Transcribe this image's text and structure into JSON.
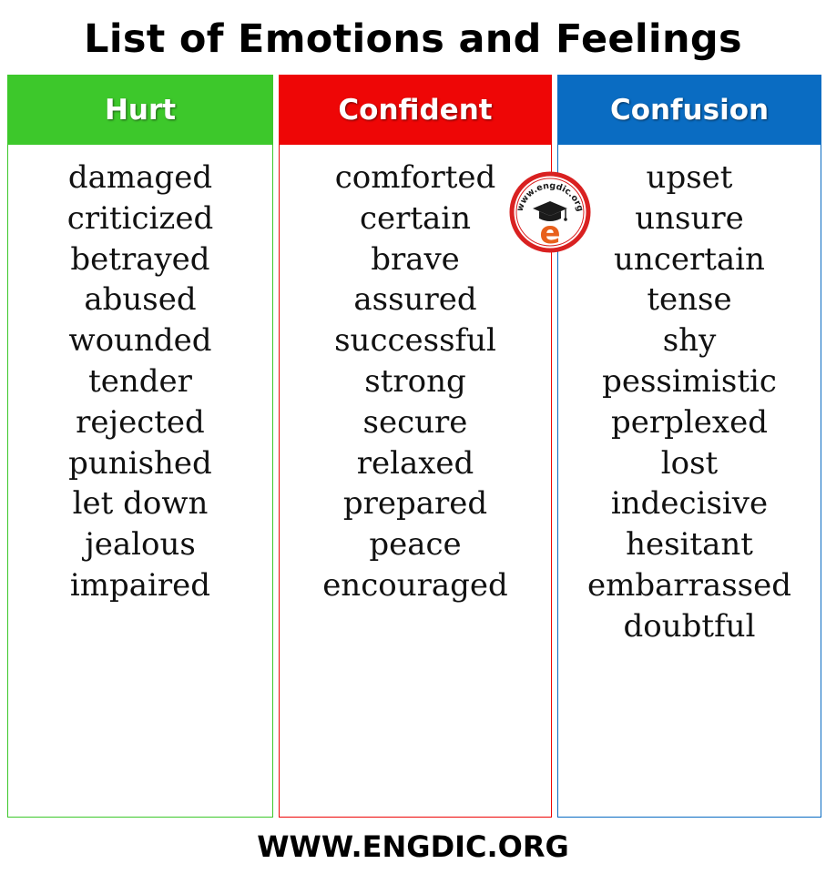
{
  "title": "List of Emotions and Feelings",
  "columns": [
    {
      "heading": "Hurt",
      "color": "#3dc82b",
      "words": [
        "damaged",
        "criticized",
        "betrayed",
        "abused",
        "wounded",
        "tender",
        "rejected",
        "punished",
        "let down",
        "jealous",
        "impaired"
      ]
    },
    {
      "heading": "Confident",
      "color": "#ee0606",
      "words": [
        "comforted",
        "certain",
        "brave",
        "assured",
        "successful",
        "strong",
        "secure",
        "relaxed",
        "prepared",
        "peace",
        "encouraged"
      ]
    },
    {
      "heading": "Confusion",
      "color": "#0a6cc2",
      "words": [
        "upset",
        "unsure",
        "uncertain",
        "tense",
        "shy",
        "pessimistic",
        "perplexed",
        "lost",
        "indecisive",
        "hesitant",
        "embarrassed",
        "doubtful"
      ]
    }
  ],
  "logo": {
    "text": "www.engdic.org",
    "letter": "e",
    "icon": "graduation-cap-icon",
    "ring_color": "#d92121",
    "letter_color": "#e8601c"
  },
  "footer": "WWW.ENGDIC.ORG"
}
